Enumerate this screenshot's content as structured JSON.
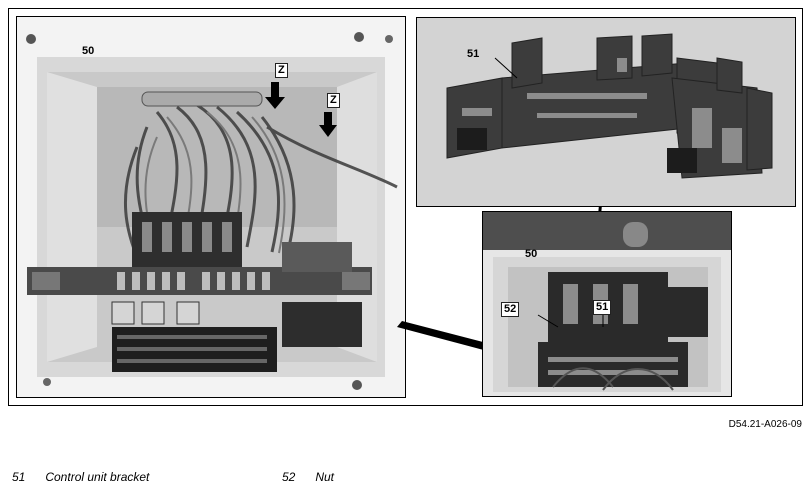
{
  "callouts": {
    "main_housing": "50",
    "z_top": "Z",
    "z_right": "Z",
    "inset_bracket": "51",
    "detail_housing": "50",
    "detail_nut": "52",
    "detail_bracket": "51"
  },
  "figure_id": "D54.21-A026-09",
  "legend": [
    {
      "number": "51",
      "text": "Control unit bracket"
    },
    {
      "number": "52",
      "text": "Nut"
    }
  ]
}
